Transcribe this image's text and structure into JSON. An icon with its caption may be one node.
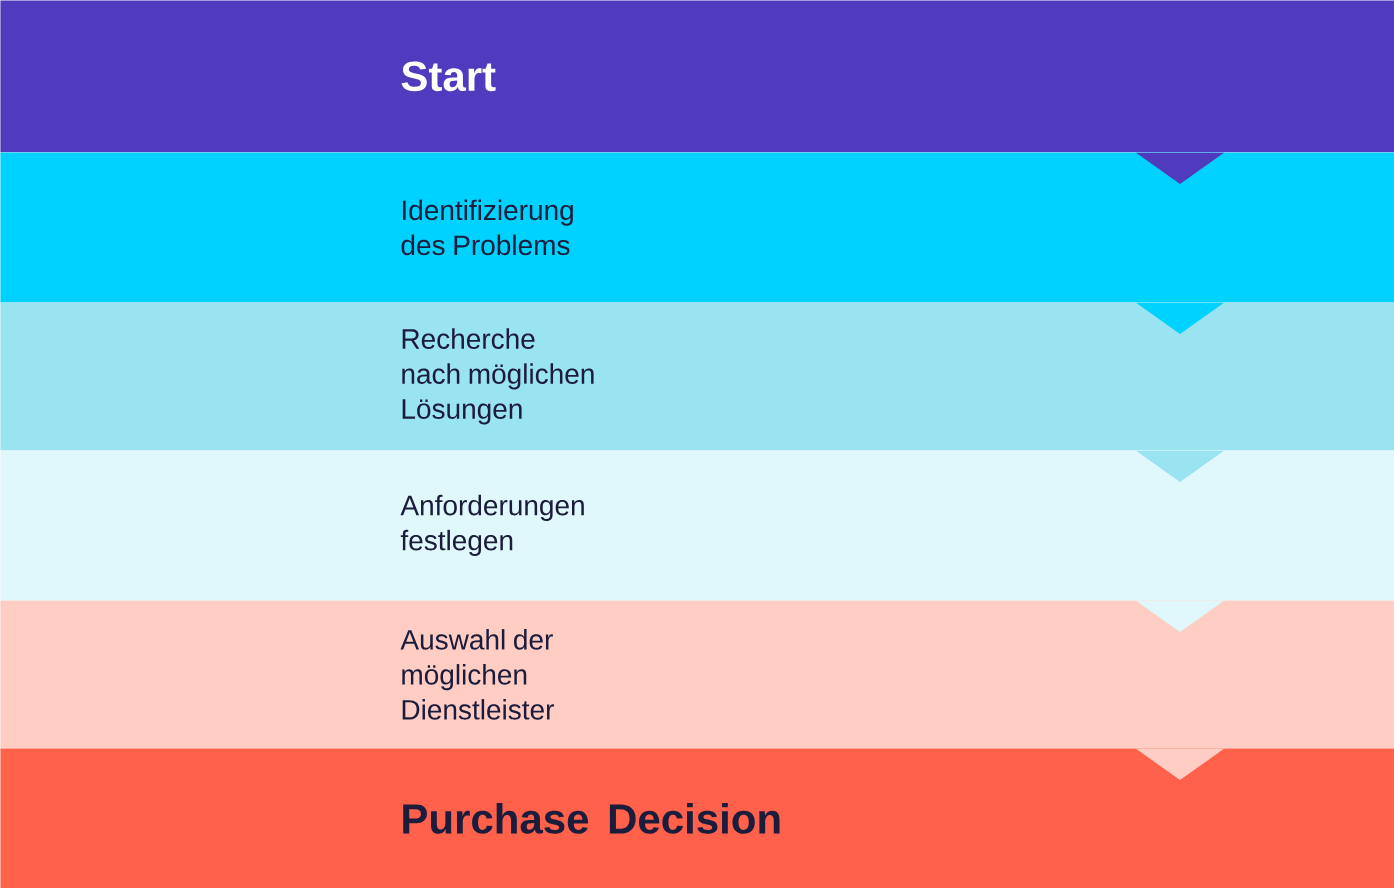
{
  "diagram": {
    "nodes": [
      {
        "text": [
          "Start"
        ]
      },
      {
        "text": [
          "Identifizierung des Problems"
        ]
      },
      {
        "text": [
          "Recherche nach möglichen Lösungen"
        ]
      },
      {
        "text": [
          "Anforderungen festlegen"
        ]
      },
      {
        "text": [
          "Auswahl der möglichen Dienstleister"
        ]
      },
      {
        "text": [
          "Purchase Decision"
        ]
      }
    ],
    "edges": [
      {
        "from": 0,
        "to": 1,
        "arrow": "to"
      },
      {
        "from": 1,
        "to": 2,
        "arrow": "to"
      },
      {
        "from": 2,
        "to": 3,
        "arrow": "to"
      },
      {
        "from": 3,
        "to": 4,
        "arrow": "to"
      },
      {
        "from": 4,
        "to": 5,
        "arrow": "to"
      }
    ]
  }
}
